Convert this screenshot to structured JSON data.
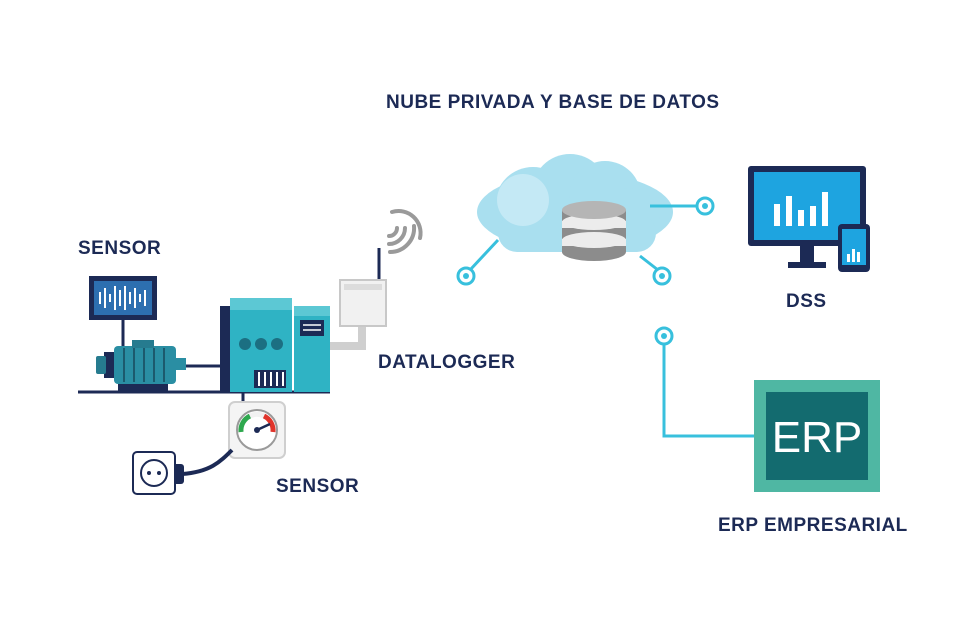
{
  "labels": {
    "cloud_title": "NUBE PRIVADA Y BASE DE DATOS",
    "sensor_top": "SENSOR",
    "datalogger": "DATALOGGER",
    "sensor_bottom": "SENSOR",
    "dss": "DSS",
    "erp_box": "ERP",
    "erp_label": "ERP EMPRESARIAL"
  },
  "icons": {
    "sensor_monitor": "sensor-monitor-icon",
    "motor": "electric-motor-icon",
    "machine": "industrial-machine-icon",
    "datalogger": "datalogger-antenna-icon",
    "wifi": "wifi-signal-icon",
    "gauge": "gauge-sensor-icon",
    "socket": "power-socket-icon",
    "cloud": "cloud-icon",
    "database": "database-icon",
    "monitor": "desktop-monitor-icon",
    "phone": "smartphone-icon",
    "erp": "erp-box-icon"
  },
  "colors": {
    "navy": "#1c2a55",
    "teal": "#2fb3c4",
    "cloud": "#a9dfef",
    "erp_dark": "#136b6f",
    "erp_light": "#4fb7a3",
    "connector": "#38c0dd"
  }
}
